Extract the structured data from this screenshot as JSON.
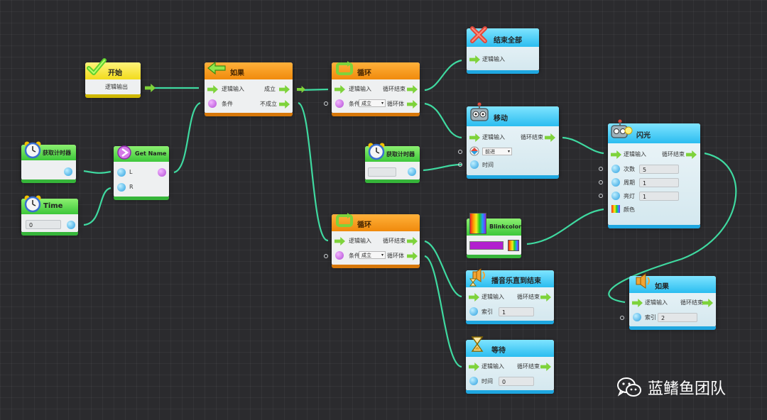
{
  "nodes": {
    "start": {
      "title": "开始",
      "out_label": "逻辑输出"
    },
    "if1": {
      "title": "如果",
      "in_label": "逻辑输入",
      "cond_label": "条件",
      "true_label": "成立",
      "false_label": "不成立"
    },
    "loop1": {
      "title": "循环",
      "in_label": "逻辑输入",
      "cond_label": "条件",
      "cond_value": "成立",
      "end_label": "循环结束",
      "body_label": "循环体"
    },
    "loop2": {
      "title": "循环",
      "in_label": "逻辑输入",
      "cond_label": "条件",
      "cond_value": "成立",
      "end_label": "循环结束",
      "body_label": "循环体"
    },
    "end_all": {
      "title": "结束全部",
      "in_label": "逻辑输入"
    },
    "move": {
      "title": "移动",
      "in_label": "逻辑输入",
      "end_label": "循环结束",
      "dir_value": "前进",
      "time_label": "时间"
    },
    "flash": {
      "title": "闪光",
      "in_label": "逻辑输入",
      "end_label": "循环结束",
      "count_label": "次数",
      "count_value": "5",
      "period_label": "周期",
      "period_value": "1",
      "bright_label": "亮灯",
      "bright_value": "1",
      "color_label": "颜色"
    },
    "timer1": {
      "title": "获取计时器"
    },
    "timer2": {
      "title": "获取计时器"
    },
    "time": {
      "title": "Time",
      "value": "0"
    },
    "getname": {
      "title": "Get Name",
      "l_label": "L",
      "r_label": "R"
    },
    "blinkcolor": {
      "title": "Blinkcolor"
    },
    "music": {
      "title": "播音乐直到结束",
      "in_label": "逻辑输入",
      "end_label": "循环结束",
      "index_label": "索引",
      "index_value": "1"
    },
    "wait": {
      "title": "等待",
      "in_label": "逻辑输入",
      "end_label": "循环结束",
      "time_label": "时间",
      "time_value": "0"
    },
    "if2": {
      "title": "如果",
      "in_label": "逻辑输入",
      "end_label": "循环结束",
      "index_label": "索引",
      "index_value": "2"
    }
  },
  "watermark": {
    "text": "蓝鳍鱼团队"
  },
  "colors": {
    "wire": "#3fd9a0",
    "header_orange": "#f59a1c",
    "header_green": "#3dc73a",
    "header_yellow": "#f2dc1d",
    "header_blue": "#2bbdf0",
    "arrow_green": "#7ed33b",
    "port_purple": "#c25fe0",
    "port_blue": "#2a9fe0"
  }
}
